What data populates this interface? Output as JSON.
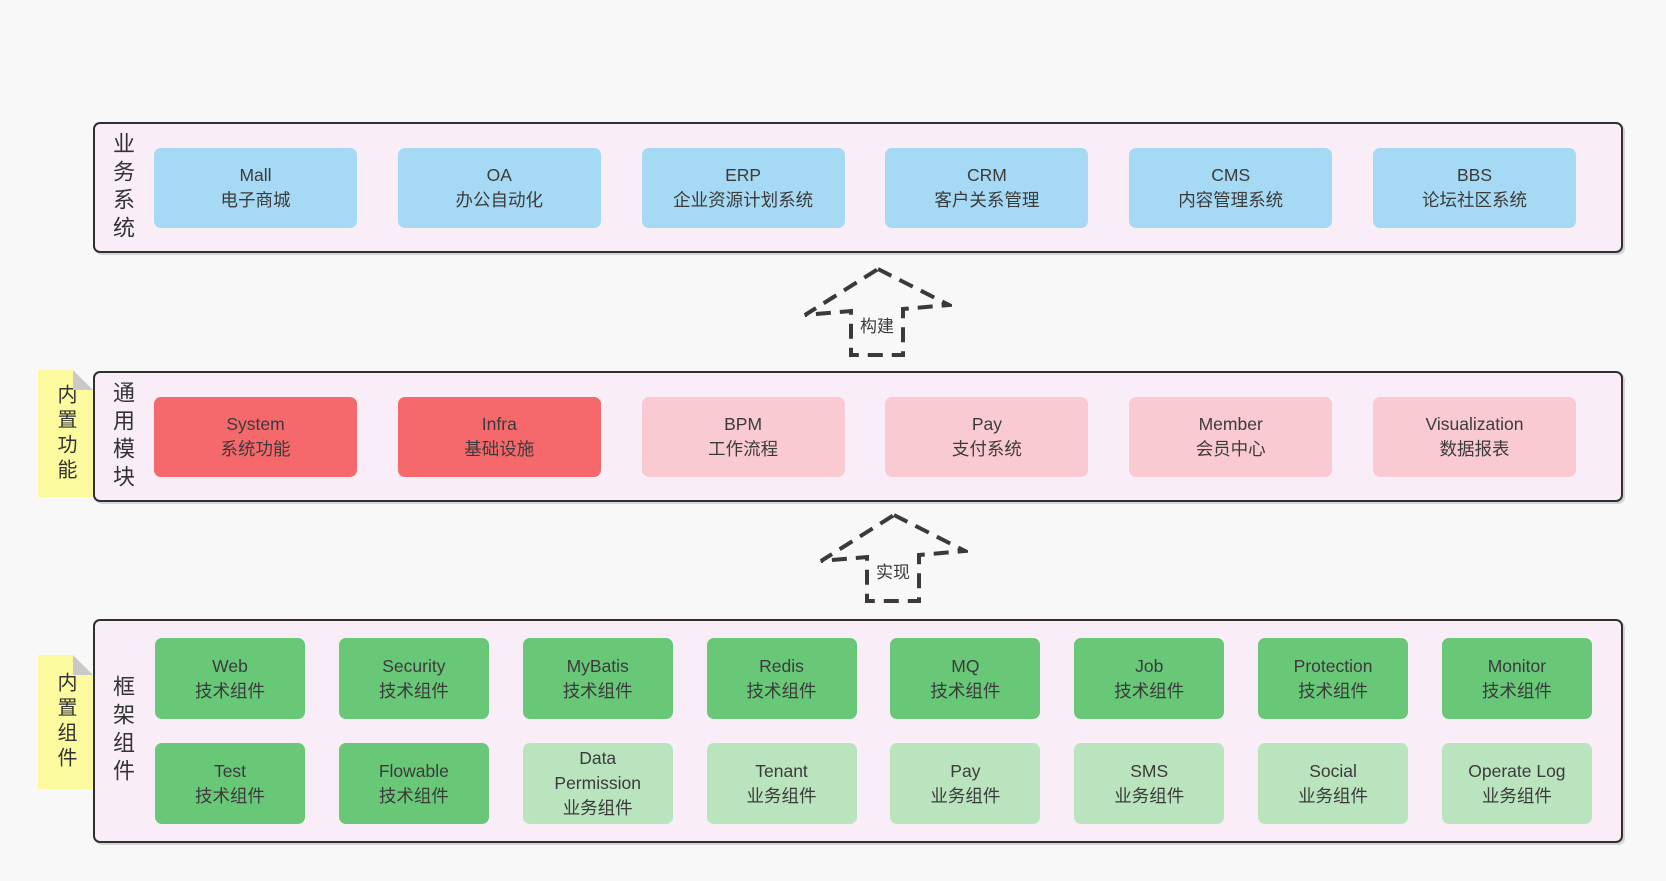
{
  "colors": {
    "page-bg": "#f8f8f8",
    "band-bg": "#f9eef8",
    "band-border": "#303030",
    "text": "#3b3b3b",
    "blue": "#a6d9f3",
    "red": "#f5696d",
    "pink": "#facad3",
    "green": "#68c877",
    "lightgreen": "#bae4bd",
    "note-yellow": "#fbfa9f",
    "note-fold": "#c9c9c9",
    "arrow": "#3a3a3a"
  },
  "bands": [
    {
      "label": "业务系统",
      "rows": [
        [
          {
            "title": "Mall",
            "subtitle": "电子商城",
            "variant": "blue"
          },
          {
            "title": "OA",
            "subtitle": "办公自动化",
            "variant": "blue"
          },
          {
            "title": "ERP",
            "subtitle": "企业资源计划系统",
            "variant": "blue"
          },
          {
            "title": "CRM",
            "subtitle": "客户关系管理",
            "variant": "blue"
          },
          {
            "title": "CMS",
            "subtitle": "内容管理系统",
            "variant": "blue"
          },
          {
            "title": "BBS",
            "subtitle": "论坛社区系统",
            "variant": "blue"
          }
        ]
      ]
    },
    {
      "label": "通用模块",
      "note": "内置功能",
      "rows": [
        [
          {
            "title": "System",
            "subtitle": "系统功能",
            "variant": "red"
          },
          {
            "title": "Infra",
            "subtitle": "基础设施",
            "variant": "red"
          },
          {
            "title": "BPM",
            "subtitle": "工作流程",
            "variant": "pink"
          },
          {
            "title": "Pay",
            "subtitle": "支付系统",
            "variant": "pink"
          },
          {
            "title": "Member",
            "subtitle": "会员中心",
            "variant": "pink"
          },
          {
            "title": "Visualization",
            "subtitle": "数据报表",
            "variant": "pink"
          }
        ]
      ]
    },
    {
      "label": "框架组件",
      "note": "内置组件",
      "rows": [
        [
          {
            "title": "Web",
            "subtitle": "技术组件",
            "variant": "green"
          },
          {
            "title": "Security",
            "subtitle": "技术组件",
            "variant": "green"
          },
          {
            "title": "MyBatis",
            "subtitle": "技术组件",
            "variant": "green"
          },
          {
            "title": "Redis",
            "subtitle": "技术组件",
            "variant": "green"
          },
          {
            "title": "MQ",
            "subtitle": "技术组件",
            "variant": "green"
          },
          {
            "title": "Job",
            "subtitle": "技术组件",
            "variant": "green"
          },
          {
            "title": "Protection",
            "subtitle": "技术组件",
            "variant": "green"
          },
          {
            "title": "Monitor",
            "subtitle": "技术组件",
            "variant": "green"
          }
        ],
        [
          {
            "title": "Test",
            "subtitle": "技术组件",
            "variant": "green"
          },
          {
            "title": "Flowable",
            "subtitle": "技术组件",
            "variant": "green"
          },
          {
            "title": "Data\nPermission",
            "subtitle": "业务组件",
            "variant": "lightgreen"
          },
          {
            "title": "Tenant",
            "subtitle": "业务组件",
            "variant": "lightgreen"
          },
          {
            "title": "Pay",
            "subtitle": "业务组件",
            "variant": "lightgreen"
          },
          {
            "title": "SMS",
            "subtitle": "业务组件",
            "variant": "lightgreen"
          },
          {
            "title": "Social",
            "subtitle": "业务组件",
            "variant": "lightgreen"
          },
          {
            "title": "Operate Log",
            "subtitle": "业务组件",
            "variant": "lightgreen"
          }
        ]
      ]
    }
  ],
  "arrows": [
    {
      "label": "构建"
    },
    {
      "label": "实现"
    }
  ]
}
